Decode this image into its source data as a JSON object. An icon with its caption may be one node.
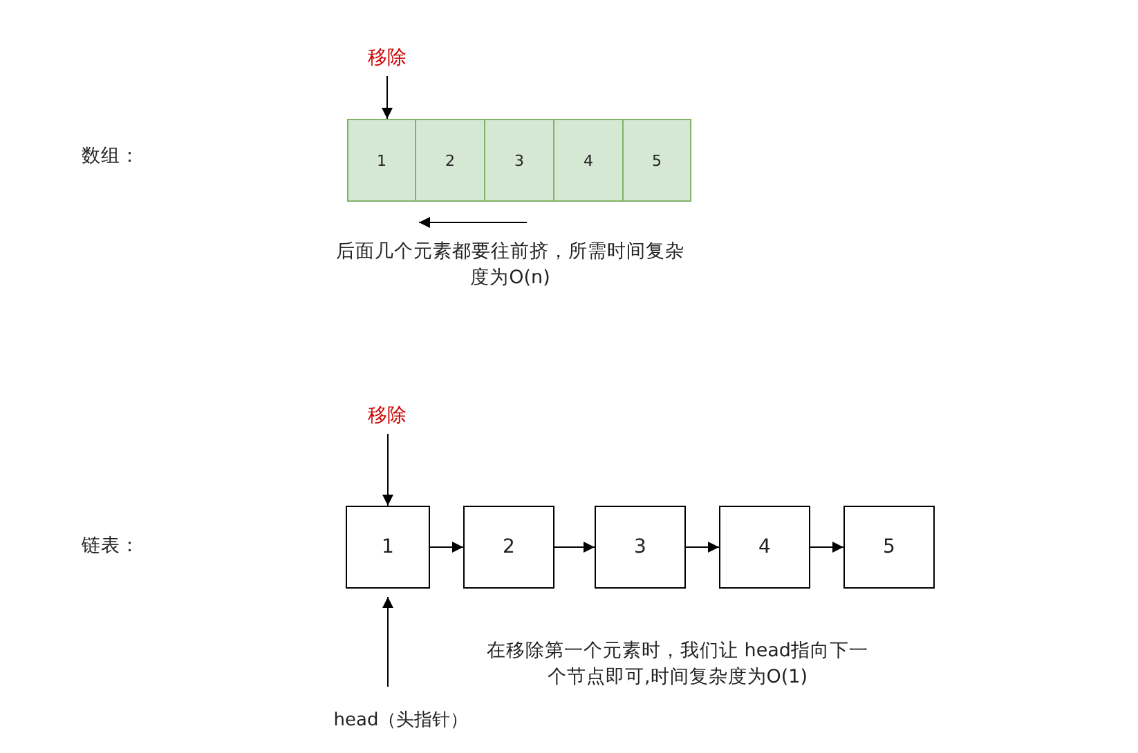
{
  "diagram": {
    "nodes": [
      {
        "text": [
          "移除"
        ]
      },
      {
        "text": [
          "1"
        ]
      },
      {
        "text": [
          "2"
        ]
      },
      {
        "text": [
          "3"
        ]
      },
      {
        "text": [
          "4"
        ]
      },
      {
        "text": [
          "5"
        ]
      },
      {
        "text": [
          "移除"
        ]
      },
      {
        "text": [
          "1"
        ]
      },
      {
        "text": [
          "2"
        ]
      },
      {
        "text": [
          "3"
        ]
      },
      {
        "text": [
          "4"
        ]
      },
      {
        "text": [
          "5"
        ]
      },
      {
        "text": [
          "head（头指针）"
        ]
      }
    ],
    "edges": [
      {
        "from": 0,
        "to": 1,
        "arrow": "to"
      },
      {
        "from": 6,
        "to": 7,
        "arrow": "to"
      },
      {
        "from": 7,
        "to": 8,
        "arrow": "to"
      },
      {
        "from": 8,
        "to": 9,
        "arrow": "to"
      },
      {
        "from": 9,
        "to": 10,
        "arrow": "to"
      },
      {
        "from": 10,
        "to": 11,
        "arrow": "to"
      },
      {
        "from": 12,
        "to": 7,
        "arrow": "to"
      }
    ],
    "labels": [
      "数组：",
      "后面几个元素都要往前挤，所需时间复杂度为O(n)",
      "链表：",
      "在移除第一个元素时，我们让 head指向下一个节点即可,时间复杂度为O(1)"
    ]
  }
}
